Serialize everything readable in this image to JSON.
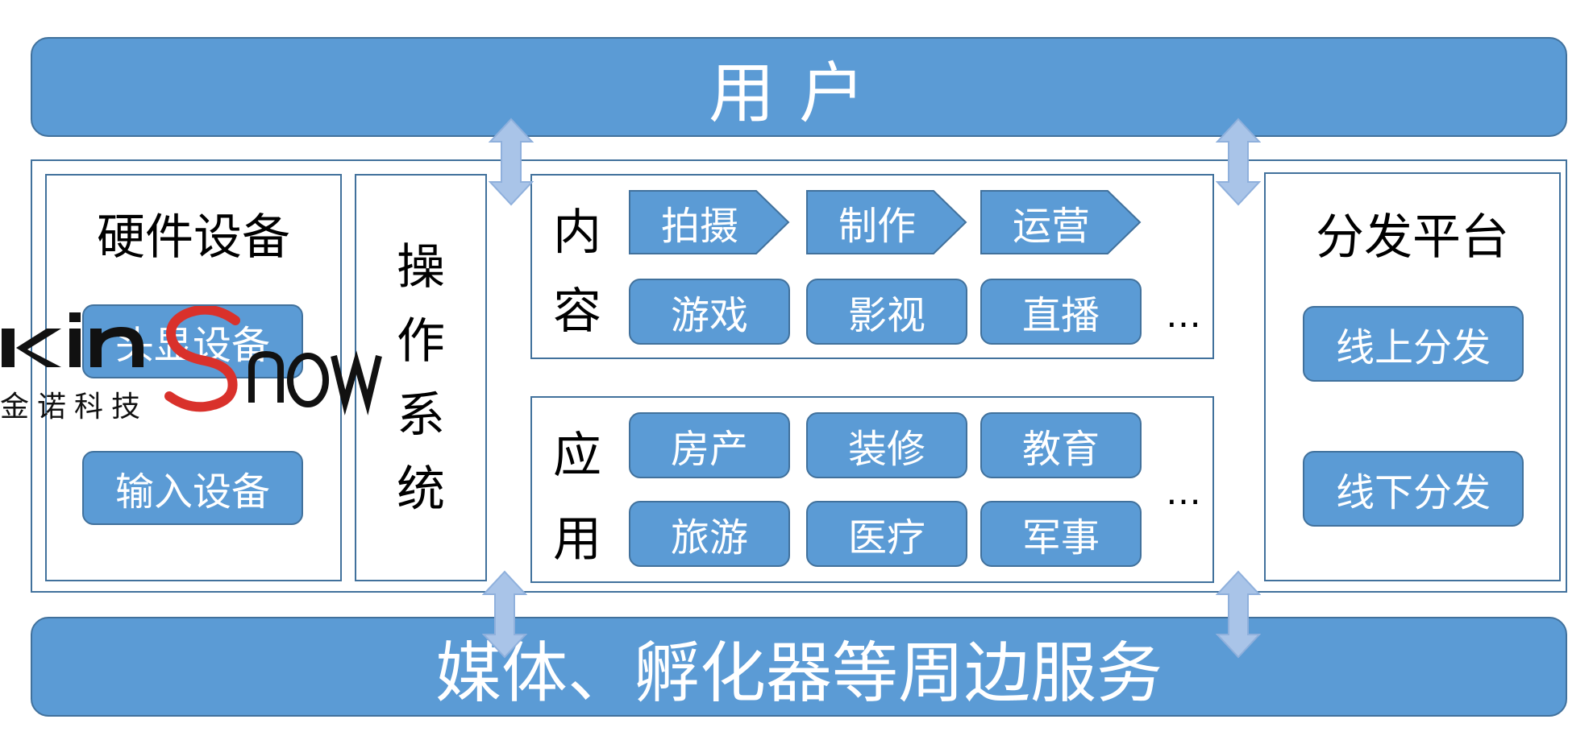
{
  "top_bar": "用户",
  "bottom_bar": "媒体、孵化器等周边服务",
  "hardware": {
    "title": "硬件设备",
    "items": [
      "头显设备",
      "输入设备"
    ]
  },
  "os": {
    "chars": [
      "操",
      "作",
      "系",
      "统"
    ]
  },
  "content": {
    "label": [
      "内",
      "容"
    ],
    "pipeline": [
      "拍摄",
      "制作",
      "运营"
    ],
    "items": [
      "游戏",
      "影视",
      "直播"
    ],
    "more": "…"
  },
  "application": {
    "label": [
      "应",
      "用"
    ],
    "items": [
      "房产",
      "装修",
      "教育",
      "旅游",
      "医疗",
      "军事"
    ],
    "more": "…"
  },
  "distribution": {
    "title": "分发平台",
    "items": [
      "线上分发",
      "线下分发"
    ]
  },
  "watermark": {
    "brand": "kinSnow",
    "name_cn": "金诺科技"
  },
  "colors": {
    "fill": "#5b9bd5",
    "border": "#41719c",
    "arrow": "#a9c4e8",
    "logo_red": "#d9312b"
  }
}
